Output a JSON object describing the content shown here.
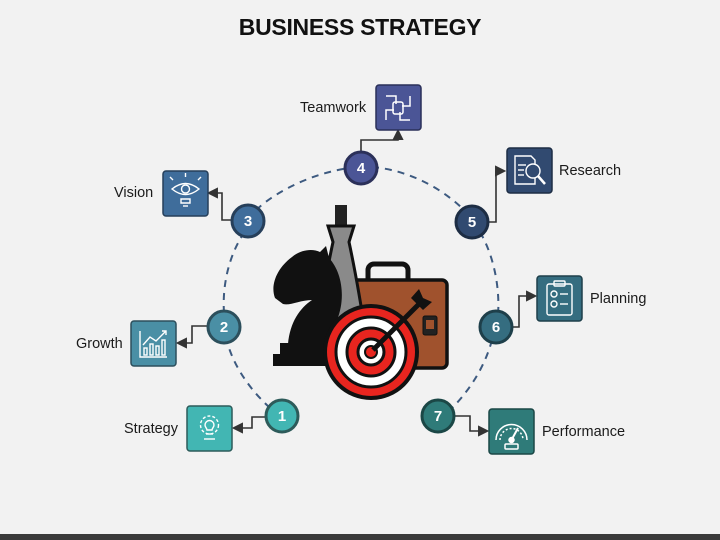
{
  "title": "BUSINESS STRATEGY",
  "colors": {
    "background": "#f2f2f2",
    "dashed_ring": "#3d5a80",
    "strategy": "#42b6b3",
    "growth": "#4a8fa5",
    "vision": "#3f6d9b",
    "teamwork": "#4b5596",
    "research": "#314a70",
    "planning": "#356d80",
    "performance": "#2f7b79",
    "target_red": "#e8251f",
    "briefcase": "#a0522d"
  },
  "steps": [
    {
      "number": "1",
      "label": "Strategy",
      "icon": "lightbulb-gear-icon"
    },
    {
      "number": "2",
      "label": "Growth",
      "icon": "growth-chart-icon"
    },
    {
      "number": "3",
      "label": "Vision",
      "icon": "eye-bulb-icon"
    },
    {
      "number": "4",
      "label": "Teamwork",
      "icon": "handshake-hands-icon"
    },
    {
      "number": "5",
      "label": "Research",
      "icon": "magnifier-document-icon"
    },
    {
      "number": "6",
      "label": "Planning",
      "icon": "clipboard-plan-icon"
    },
    {
      "number": "7",
      "label": "Performance",
      "icon": "gauge-meter-icon"
    }
  ],
  "center_graphic": {
    "icons": [
      "chess-knight-icon",
      "chess-queen-icon",
      "briefcase-icon",
      "target-dart-icon"
    ]
  }
}
